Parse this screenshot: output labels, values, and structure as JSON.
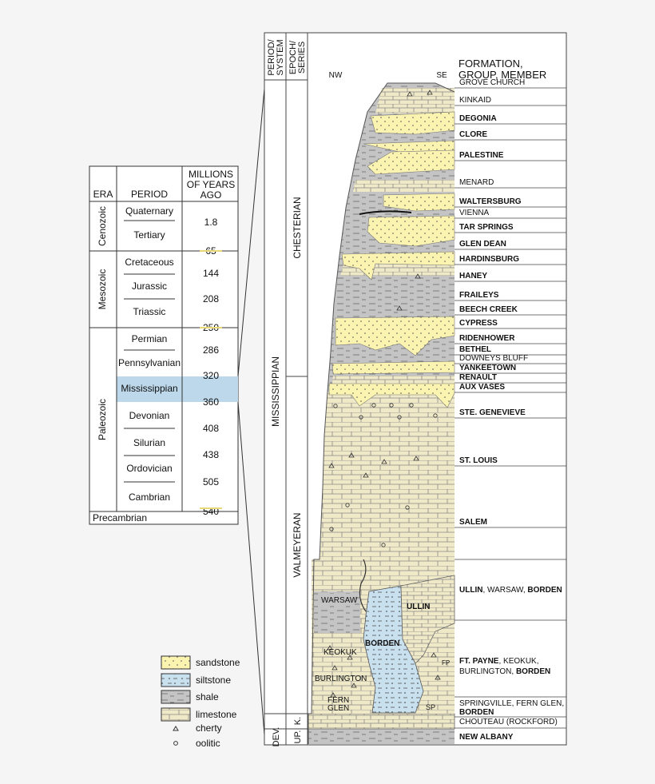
{
  "time_scale": {
    "headers": {
      "era": "ERA",
      "period": "PERIOD",
      "mya": [
        "MILLIONS",
        "OF YEARS",
        "AGO"
      ]
    },
    "eras": [
      {
        "name": "Cenozoic",
        "periods": [
          "Quaternary",
          "Tertiary"
        ]
      },
      {
        "name": "Mesozoic",
        "periods": [
          "Cretaceous",
          "Jurassic",
          "Triassic"
        ]
      },
      {
        "name": "Paleozoic",
        "periods": [
          "Permian",
          "Pennsylvanian",
          "Mississippian",
          "Devonian",
          "Silurian",
          "Ordovician",
          "Cambrian"
        ]
      }
    ],
    "precambrian": "Precambrian",
    "ages": [
      "1.8",
      "65",
      "144",
      "208",
      "250",
      "286",
      "320",
      "360",
      "408",
      "438",
      "505",
      "540"
    ],
    "highlight": "Mississippian",
    "highlight_color": "#bcd8ea"
  },
  "column": {
    "headers": {
      "system": [
        "PERIOD/",
        "SYSTEM"
      ],
      "series": [
        "EPOCH/",
        "SERIES"
      ],
      "formation": [
        "FORMATION,",
        "GROUP,  MEMBER"
      ]
    },
    "direction": {
      "left": "NW",
      "right": "SE"
    },
    "system_label": "MISSISSIPPIAN",
    "series": [
      "CHESTERIAN",
      "VALMEYERAN"
    ],
    "bottom_system": "DEV.",
    "bottom_series": [
      "UP.",
      "K."
    ],
    "formations": [
      {
        "name": "GROVE CHURCH",
        "bold": false
      },
      {
        "name": "KINKAID",
        "bold": false
      },
      {
        "name": "DEGONIA",
        "bold": true
      },
      {
        "name": "CLORE",
        "bold": true
      },
      {
        "name": "PALESTINE",
        "bold": true
      },
      {
        "name": "MENARD",
        "bold": false
      },
      {
        "name": "WALTERSBURG",
        "bold": true
      },
      {
        "name": "VIENNA",
        "bold": false
      },
      {
        "name": "TAR SPRINGS",
        "bold": true
      },
      {
        "name": "GLEN DEAN",
        "bold": true
      },
      {
        "name": "HARDINSBURG",
        "bold": true
      },
      {
        "name": "HANEY",
        "bold": true
      },
      {
        "name": "FRAILEYS",
        "bold": true
      },
      {
        "name": "BEECH CREEK",
        "bold": true
      },
      {
        "name": "CYPRESS",
        "bold": true
      },
      {
        "name": "RIDENHOWER",
        "bold": true
      },
      {
        "name": "BETHEL",
        "bold": true
      },
      {
        "name": "DOWNEYS BLUFF",
        "bold": false
      },
      {
        "name": "YANKEETOWN",
        "bold": true
      },
      {
        "name": "RENAULT",
        "bold": true
      },
      {
        "name": "AUX VASES",
        "bold": true
      },
      {
        "name": "STE. GENEVIEVE",
        "bold": true
      },
      {
        "name": "ST. LOUIS",
        "bold": true
      },
      {
        "name": "SALEM",
        "bold": true
      }
    ],
    "ullin_label": {
      "a": "ULLIN",
      "b": ", WARSAW, ",
      "c": "BORDEN"
    },
    "ftpayne_label": {
      "a": "FT. PAYNE",
      "b": ", KEOKUK,",
      "c": "BURLINGTON, ",
      "d": "BORDEN"
    },
    "springville_label": [
      "SPRINGVILLE, FERN GLEN,",
      "BORDEN"
    ],
    "chouteau": "CHOUTEAU (ROCKFORD)",
    "new_albany": "NEW ALBANY",
    "inner_labels": {
      "warsaw": "WARSAW",
      "ullin": "ULLIN",
      "borden": "BORDEN",
      "keokuk": "KEOKUK",
      "burlington": "BURLINGTON",
      "fern": "FERN",
      "glen": "GLEN",
      "fp": "FP",
      "sp": "SP"
    }
  },
  "legend": [
    {
      "name": "sandstone",
      "color": "#fbf3b0"
    },
    {
      "name": "siltstone",
      "color": "#c9e0ef"
    },
    {
      "name": "shale",
      "color": "#c4c4c4"
    },
    {
      "name": "limestone",
      "color": "#efe9c8"
    },
    {
      "name": "cherty",
      "symbol": "triangle"
    },
    {
      "name": "oolitic",
      "symbol": "circle"
    }
  ]
}
